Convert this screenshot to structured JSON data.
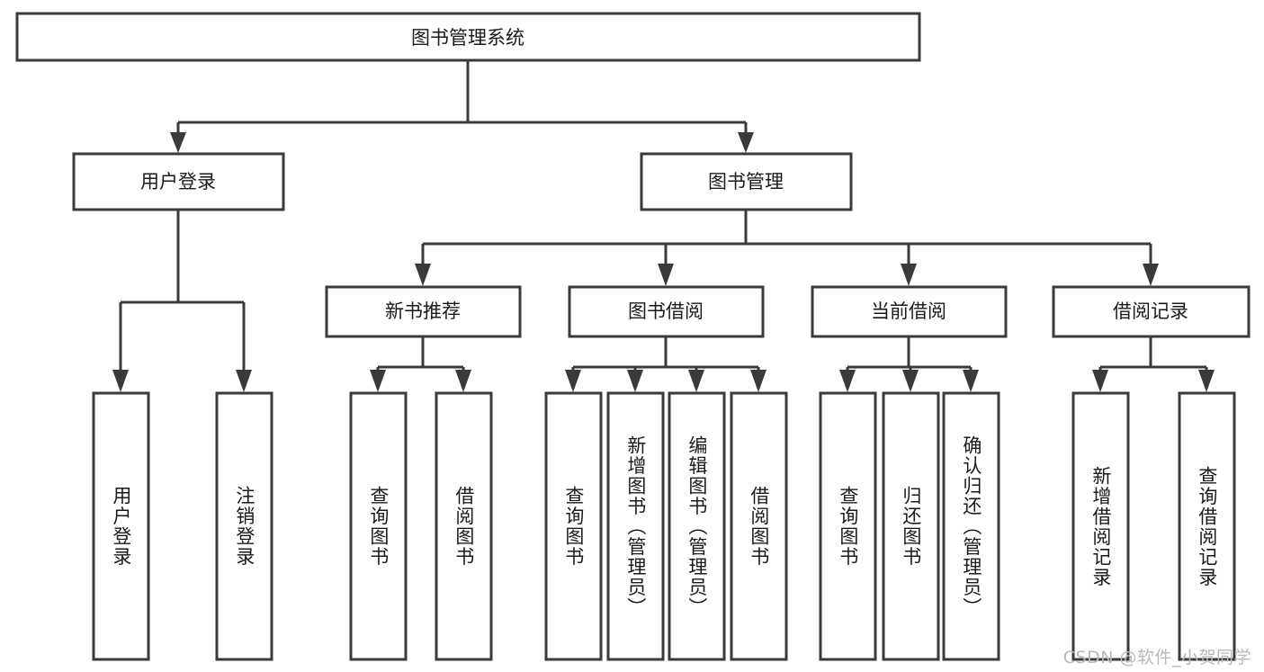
{
  "diagram": {
    "type": "tree",
    "title": "图书管理系统",
    "orientation": "top-down",
    "colors": {
      "box_stroke": "#3a3a3a",
      "box_fill": "#ffffff",
      "connector": "#3a3a3a",
      "text": "#1a1a1a",
      "background": "#ffffff",
      "watermark": "#b9b9b9"
    },
    "root": {
      "label": "图书管理系统"
    },
    "level2": [
      {
        "id": "user-login",
        "label": "用户登录"
      },
      {
        "id": "book-manage",
        "label": "图书管理"
      }
    ],
    "level3": [
      {
        "id": "new-book-recommend",
        "label": "新书推荐",
        "parent": "book-manage"
      },
      {
        "id": "book-borrow",
        "label": "图书借阅",
        "parent": "book-manage"
      },
      {
        "id": "current-borrow",
        "label": "当前借阅",
        "parent": "book-manage"
      },
      {
        "id": "borrow-record",
        "label": "借阅记录",
        "parent": "book-manage"
      }
    ],
    "leaves": {
      "user-login": [
        {
          "id": "leaf-user-login",
          "label": "用户登录"
        },
        {
          "id": "leaf-user-logout",
          "label": "注销登录"
        }
      ],
      "new-book-recommend": [
        {
          "id": "leaf-query-book-1",
          "label": "查询图书"
        },
        {
          "id": "leaf-borrow-book-1",
          "label": "借阅图书"
        }
      ],
      "book-borrow": [
        {
          "id": "leaf-query-book-2",
          "label": "查询图书"
        },
        {
          "id": "leaf-add-book",
          "label": "新增图书（管理员）"
        },
        {
          "id": "leaf-edit-book",
          "label": "编辑图书（管理员）"
        },
        {
          "id": "leaf-borrow-book-2",
          "label": "借阅图书"
        }
      ],
      "current-borrow": [
        {
          "id": "leaf-query-book-3",
          "label": "查询图书"
        },
        {
          "id": "leaf-return-book",
          "label": "归还图书"
        },
        {
          "id": "leaf-confirm-return",
          "label": "确认归还（管理员）"
        }
      ],
      "borrow-record": [
        {
          "id": "leaf-add-record",
          "label": "新增借阅记录"
        },
        {
          "id": "leaf-query-record",
          "label": "查询借阅记录"
        }
      ]
    }
  },
  "watermark": {
    "text": "CSDN @软件_小贺同学"
  }
}
